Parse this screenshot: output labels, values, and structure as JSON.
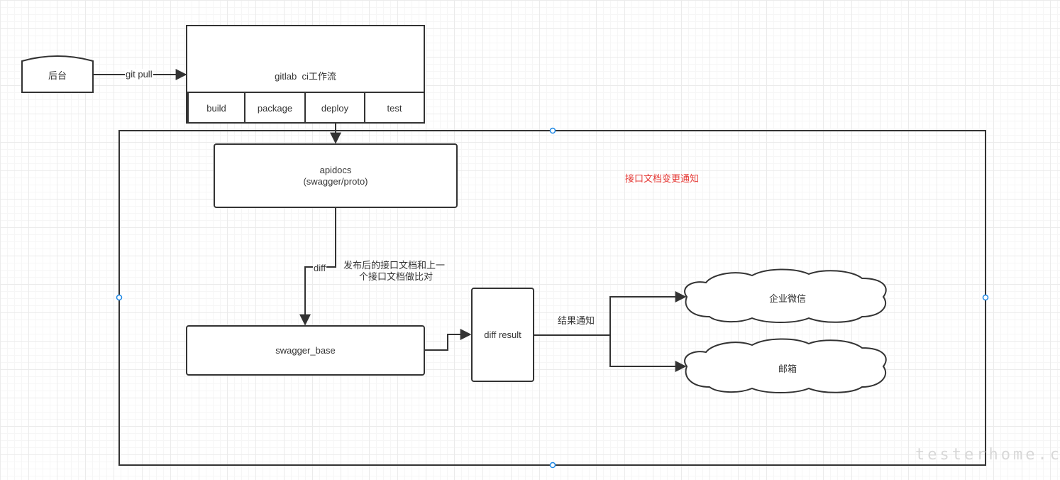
{
  "diagram": {
    "source_node": "后台",
    "source_edge_label": "git pull",
    "gitlab": {
      "title": "gitlab  ci工作流",
      "stages": [
        "build",
        "package",
        "deploy",
        "test"
      ]
    },
    "container_title": "接口文档变更通知",
    "apidocs": {
      "line1": "apidocs",
      "line2": "(swagger/proto)"
    },
    "diff_edge_label": "diff",
    "diff_note": {
      "line1": "发布后的接口文档和上一",
      "line2": "个接口文档做比对"
    },
    "swagger_base": "swagger_base",
    "diff_result": "diff result",
    "notify_label": "结果通知",
    "targets": [
      "企业微信",
      "邮箱"
    ]
  },
  "colors": {
    "stroke": "#333333",
    "accent_red": "#e53935",
    "handle": "#1e88e5"
  },
  "watermark": "testerhome.com"
}
